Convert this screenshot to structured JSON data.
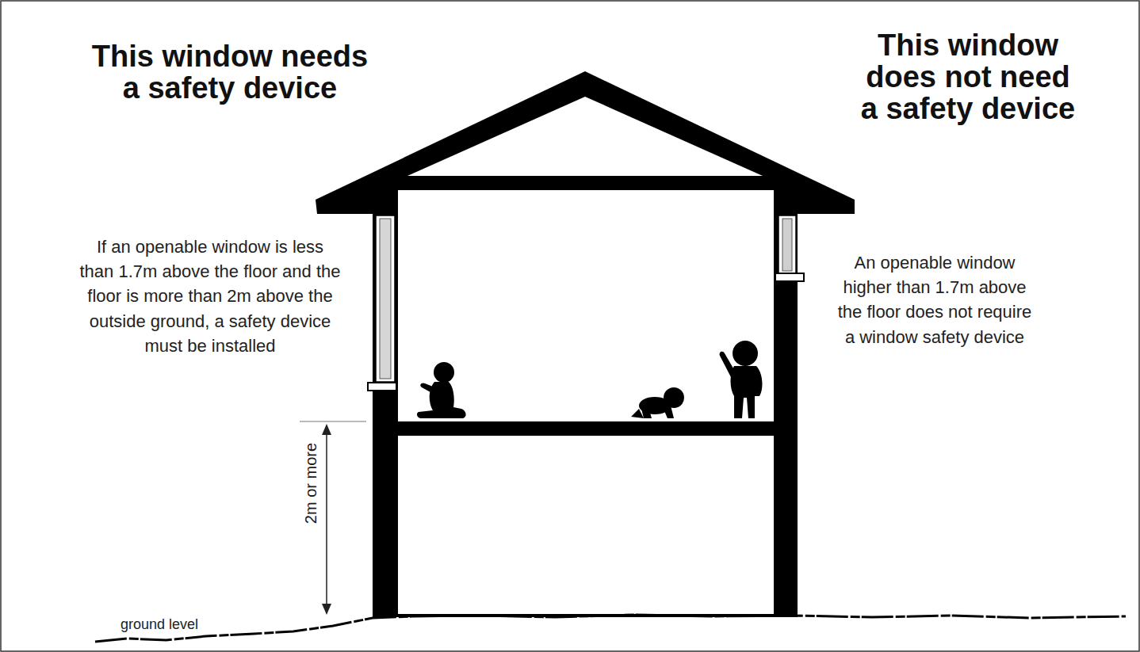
{
  "diagram": {
    "labels": [
      "This window needs a safety device",
      "This window does not need a safety device",
      "If an openable window is less than 1.7m above the floor and the floor is more than 2m above the outside ground, a safety device must be installed",
      "An openable window higher than 1.7m above the floor does not require a window safety device",
      "2m or more",
      "ground level"
    ]
  }
}
